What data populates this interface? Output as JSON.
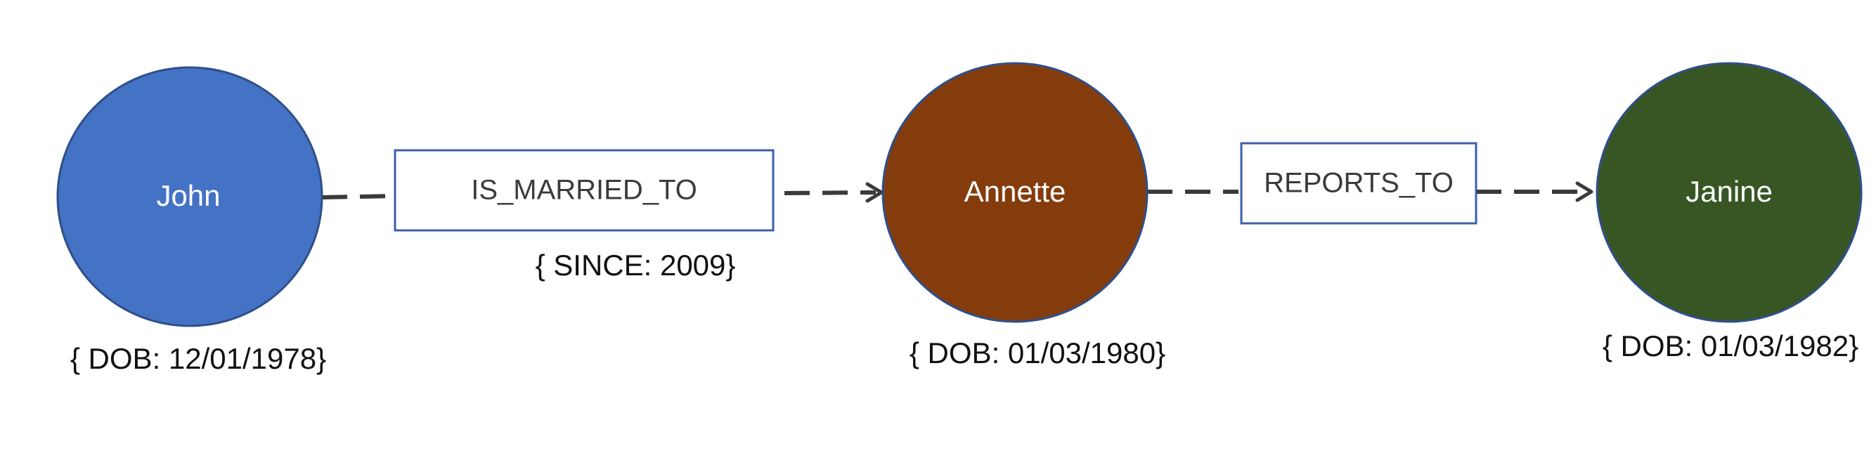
{
  "nodes": {
    "john": {
      "label": "John",
      "property": "{ DOB: 12/01/1978}",
      "color": "#4472c4"
    },
    "annette": {
      "label": "Annette",
      "property": "{ DOB: 01/03/1980}",
      "color": "#843c0c"
    },
    "janine": {
      "label": "Janine",
      "property": "{ DOB: 01/03/1982}",
      "color": "#375623"
    }
  },
  "edges": {
    "married": {
      "label": "IS_MARRIED_TO",
      "property": "{ SINCE: 2009}"
    },
    "reports": {
      "label": "REPORTS_TO"
    }
  },
  "colors": {
    "edge_stroke": "#3a3a3a",
    "box_border": "#3d5fa8"
  }
}
